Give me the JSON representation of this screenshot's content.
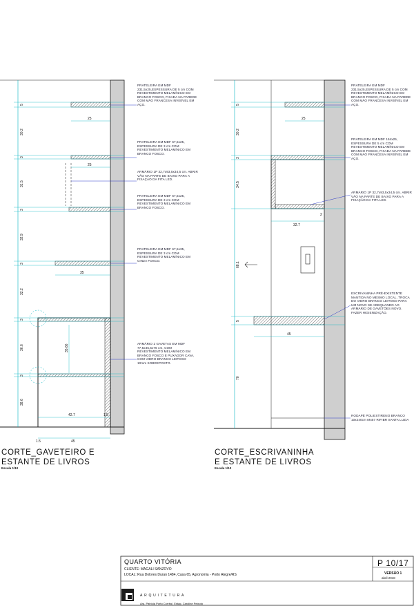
{
  "left_section": {
    "title": "CORTE_GAVETEIRO E\nESTANTE DE LIVROS",
    "scale": "Escala 1/10",
    "notes": [
      "PRATELEIRA EM MDF\n231,5x25,ESPESSURA DE 5 cm COM\nREVESTIMENTO MELAMÍNICO EM\nBRANCO FOSCO, FIXADA NA PAREDE\nCOM MÃO FRANCESA INVISÍVEL EM\nAÇO.",
      "PRATELEIRA EM MDF 67,5x25,\nESPESSURA DE 3 cm COM\nREVESTIMENTO MELAMÍNICO EM\nBRANCO FOSCO.",
      "ARMÁRIO 1P 32,7x93,5x34,5 cm. ABRIR\nVÃO NA PARTE DE BAIXO PARA A\nFIXAÇÃO DA FITA LED.",
      "PRATELEIRA EM MDF 67,5x25,\nESPESSURA DE 3 cm COM\nREVESTIMENTO MELAMÍNICO EM\nBRANCO FOSCO.",
      "PRATELEIRA EM MDF 67,5x35,\nESPESSURA DE 3 cm COM\nREVESTIMENTO MELAMÍNICO EM\nCINZA FOSCO.",
      "ARMÁRIO 2 GAVETAS EM MDF\n77,5x45,5x76 cm, COM\nREVESTIMENTO MELAMÍNICO EM\nBRANCO FOSCO E PUXADOR CAVA,\nCOM VIDRO BRANCO LEITOSO\n10mm SOBREPOSTO."
    ],
    "vertical_dims": [
      "5",
      "30.2",
      "3",
      "31.5",
      "3",
      "32.9",
      "3",
      "32.2",
      "3",
      "36.6",
      "3",
      "38.6"
    ],
    "horizontal_dims": [
      "25",
      "25",
      "35",
      "35.66",
      "42.7",
      "1.5",
      "1.5",
      "45"
    ]
  },
  "right_section": {
    "title": "CORTE_ESCRIVANINHA\nE ESTANTE DE LIVROS",
    "scale": "Escala 1/10",
    "notes": [
      "PRATELEIRA EM MDF\n231,5x25,ESPESSURA DE 5 cm COM\nREVESTIMENTO MELAMÍNICO EM\nBRANCO FOSCO, FIXADA NA PAREDE\nCOM MÃO FRANCESA INVISÍVEL EM\nAÇO.",
      "PRATELEIRA EM MDF 154x25,\nESPESSURA DE 5 cm COM\nREVESTIMENTO MELAMÍNICO EM\nBRANCO FOSCO, FIXADA NA PAREDE\nCOM MÃO FRANCESA INVISÍVEL EM\nAÇO.",
      "ARMÁRIO 1P 32,7x93,5x34,5 cm. ABRIR\nVÃO NA PARTE DE BAIXO PARA A\nFIXAÇÃO DA FITA LED.",
      "ESCRIVANINHA PRÉ-EXISTENTE\nMANTIDA NO MESMO LOCAL, TROCA\nDO VIDRO BRANCO LEITOSO PARA\nUM NOVO SE ADEQUANDO AO\nARMÁRIO DE GAVETÕES NOVO.\nFAZER HIGIENIZAÇÃO.",
      "RODAPÉ POLIESTIRENO BRANCO\n10x240cm M457 RIFIBR SANTA LUZIA"
    ],
    "vertical_dims": [
      "5",
      "30.2",
      "3",
      "34.5",
      "68.1",
      "5",
      "70"
    ],
    "horizontal_dims": [
      "25",
      "32.7",
      "2",
      "45"
    ]
  },
  "title_block": {
    "project": "QUARTO VITÓRIA",
    "client": "CLIENTE: MAGALI SANZOVO",
    "location": "LOCAL: Rua Dolores Duran 1484, Casa 65, Agronomia - Porto Alegre/RS",
    "sheet": "P 10/17",
    "version": "VERSÃO 1",
    "date": "abril 2018",
    "office": "ARQUITETURA",
    "authors": "Arq. Patrícia Porto Corrêa | Estag. Caroline Peixoto"
  },
  "colors": {
    "line": "#1a1a1a",
    "dim": "#00b3c2",
    "wall": "#cfcfcf",
    "leader": "#2a38c8"
  }
}
